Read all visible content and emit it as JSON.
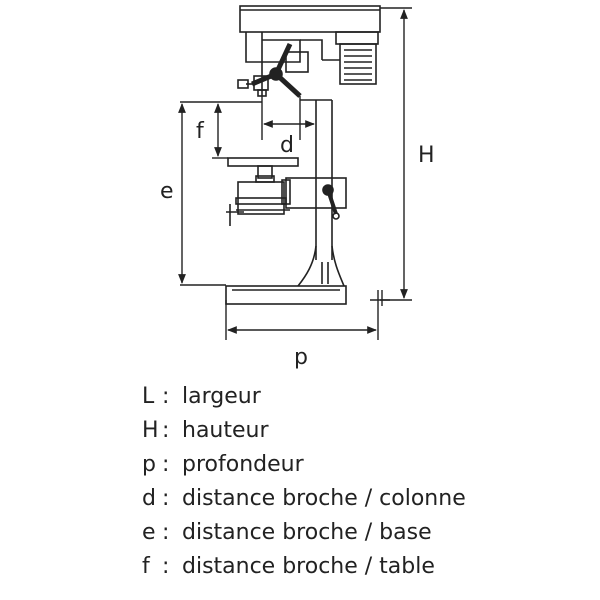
{
  "dimensions": {
    "H": "H",
    "p": "p",
    "d": "d",
    "e": "e",
    "f": "f"
  },
  "legend": {
    "separator": ":",
    "items": [
      {
        "symbol": "L",
        "description": "largeur"
      },
      {
        "symbol": "H",
        "description": "hauteur"
      },
      {
        "symbol": "p",
        "description": "profondeur"
      },
      {
        "symbol": "d",
        "description": "distance broche / colonne"
      },
      {
        "symbol": "e",
        "description": "distance broche / base"
      },
      {
        "symbol": "f",
        "description": "distance broche / table"
      }
    ]
  }
}
